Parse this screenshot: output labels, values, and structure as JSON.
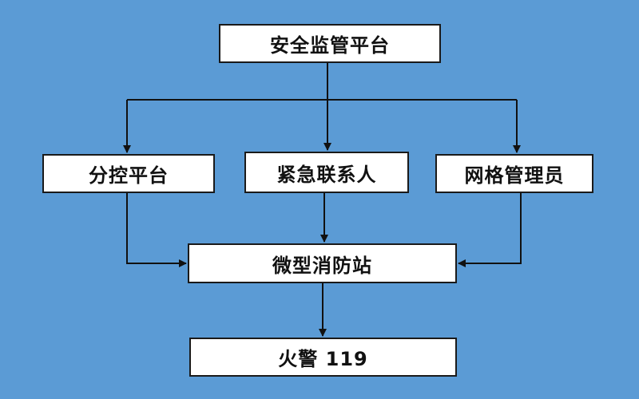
{
  "colors": {
    "background": "#5B9BD5",
    "box_fill": "#FFFFFF",
    "line": "#111111"
  },
  "nodes": {
    "top": "安全监管平台",
    "left": "分控平台",
    "middle": "紧急联系人",
    "right": "网格管理员",
    "station": "微型消防站",
    "fire": "火警 119"
  }
}
